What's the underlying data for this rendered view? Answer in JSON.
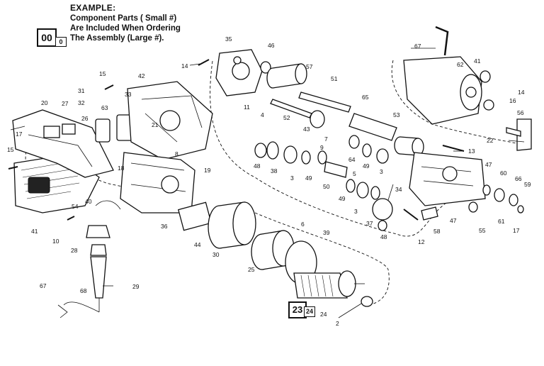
{
  "legend": {
    "title": "EXAMPLE:",
    "line1": "Component Parts (  Small #)",
    "line2": "Are Included When Ordering",
    "line3": "The Assembly (Large #).",
    "box_large": "00",
    "box_small": "0"
  },
  "assembly_box": {
    "large": "23",
    "small": "24"
  },
  "callouts": [
    {
      "id": "c20",
      "text": "20"
    },
    {
      "id": "c27",
      "text": "27"
    },
    {
      "id": "c31",
      "text": "31"
    },
    {
      "id": "c32",
      "text": "32"
    },
    {
      "id": "c26",
      "text": "26"
    },
    {
      "id": "c15a",
      "text": "15"
    },
    {
      "id": "c15b",
      "text": "15"
    },
    {
      "id": "c63",
      "text": "63"
    },
    {
      "id": "c33",
      "text": "33"
    },
    {
      "id": "c42",
      "text": "42"
    },
    {
      "id": "c21",
      "text": "21"
    },
    {
      "id": "c17",
      "text": "17"
    },
    {
      "id": "c14a",
      "text": "14"
    },
    {
      "id": "c35",
      "text": "35"
    },
    {
      "id": "c46",
      "text": "46"
    },
    {
      "id": "c57",
      "text": "57"
    },
    {
      "id": "c11",
      "text": "11"
    },
    {
      "id": "c4",
      "text": "4"
    },
    {
      "id": "c51",
      "text": "51"
    },
    {
      "id": "c52",
      "text": "52"
    },
    {
      "id": "c43",
      "text": "43"
    },
    {
      "id": "c7",
      "text": "7"
    },
    {
      "id": "c65",
      "text": "65"
    },
    {
      "id": "c53",
      "text": "53"
    },
    {
      "id": "c67a",
      "text": "67"
    },
    {
      "id": "c62",
      "text": "62"
    },
    {
      "id": "c41a",
      "text": "41"
    },
    {
      "id": "c14b",
      "text": "14"
    },
    {
      "id": "c16",
      "text": "16"
    },
    {
      "id": "c56",
      "text": "56"
    },
    {
      "id": "c22",
      "text": "22"
    },
    {
      "id": "c13",
      "text": "13"
    },
    {
      "id": "c8",
      "text": "8"
    },
    {
      "id": "c18",
      "text": "18"
    },
    {
      "id": "c19",
      "text": "19"
    },
    {
      "id": "c48a",
      "text": "48"
    },
    {
      "id": "c38",
      "text": "38"
    },
    {
      "id": "c3a",
      "text": "3"
    },
    {
      "id": "c49a",
      "text": "49"
    },
    {
      "id": "c64",
      "text": "64"
    },
    {
      "id": "c5",
      "text": "5"
    },
    {
      "id": "c49b",
      "text": "49"
    },
    {
      "id": "c3b",
      "text": "3"
    },
    {
      "id": "c47a",
      "text": "47"
    },
    {
      "id": "c60",
      "text": "60"
    },
    {
      "id": "c66",
      "text": "66"
    },
    {
      "id": "c59",
      "text": "59"
    },
    {
      "id": "c50",
      "text": "50"
    },
    {
      "id": "c49c",
      "text": "49"
    },
    {
      "id": "c3c",
      "text": "3"
    },
    {
      "id": "c34",
      "text": "34"
    },
    {
      "id": "c37",
      "text": "37"
    },
    {
      "id": "c48b",
      "text": "48"
    },
    {
      "id": "c12",
      "text": "12"
    },
    {
      "id": "c58",
      "text": "58"
    },
    {
      "id": "c47b",
      "text": "47"
    },
    {
      "id": "c55",
      "text": "55"
    },
    {
      "id": "c61",
      "text": "61"
    },
    {
      "id": "c17b",
      "text": "17"
    },
    {
      "id": "c40",
      "text": "40"
    },
    {
      "id": "c54",
      "text": "54"
    },
    {
      "id": "c41b",
      "text": "41"
    },
    {
      "id": "c10",
      "text": "10"
    },
    {
      "id": "c28",
      "text": "28"
    },
    {
      "id": "c36",
      "text": "36"
    },
    {
      "id": "c44",
      "text": "44"
    },
    {
      "id": "c30",
      "text": "30"
    },
    {
      "id": "c6",
      "text": "6"
    },
    {
      "id": "c39",
      "text": "39"
    },
    {
      "id": "c25",
      "text": "25"
    },
    {
      "id": "c29",
      "text": "29"
    },
    {
      "id": "c67b",
      "text": "67"
    },
    {
      "id": "c68",
      "text": "68"
    },
    {
      "id": "c24",
      "text": "24"
    },
    {
      "id": "c2",
      "text": "2"
    },
    {
      "id": "c9",
      "text": "9"
    }
  ]
}
